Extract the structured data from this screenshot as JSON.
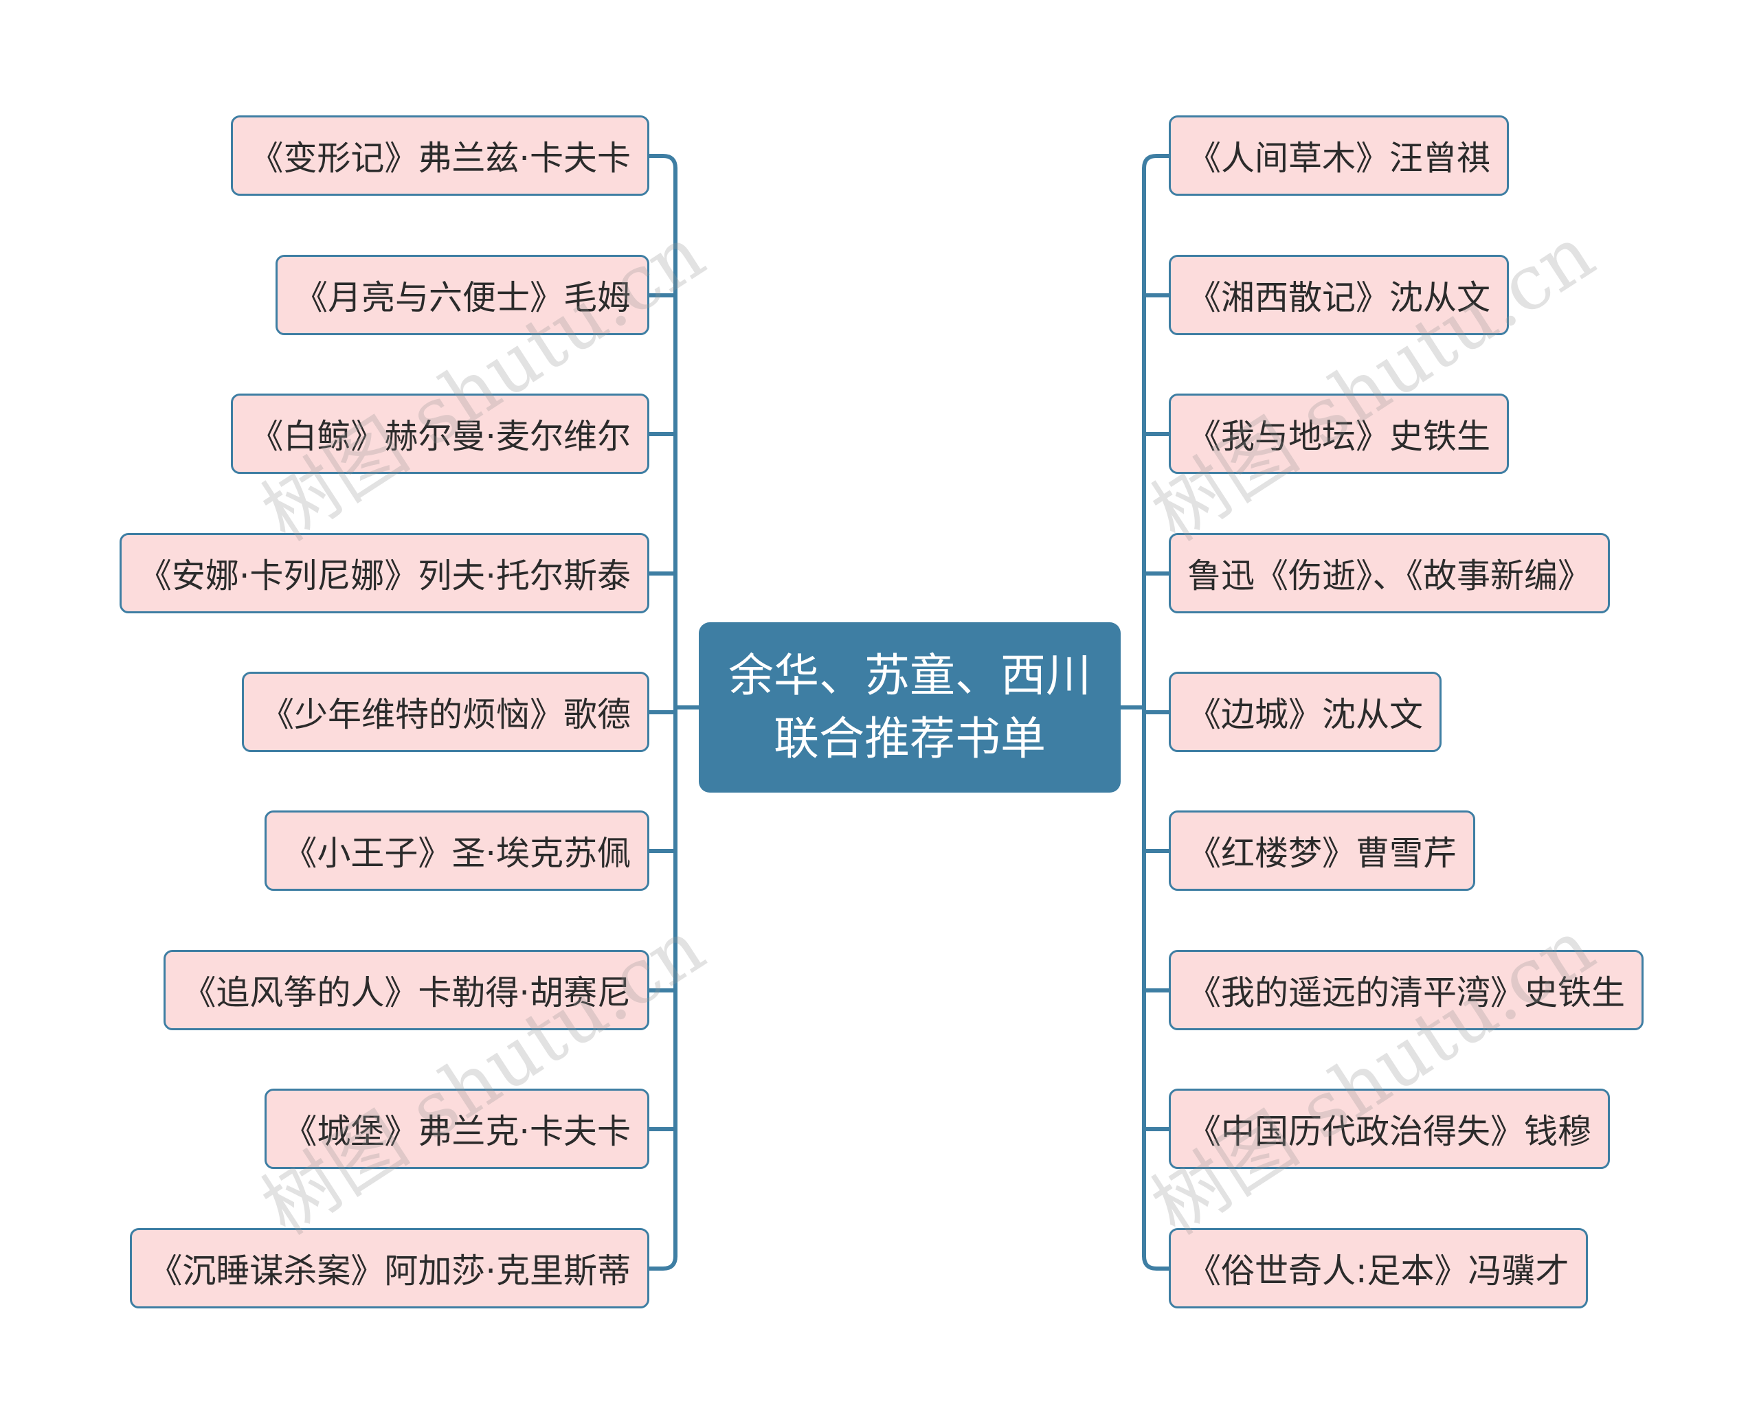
{
  "center": {
    "line1": "余华、苏童、西川",
    "line2": "联合推荐书单"
  },
  "left_items": [
    "《变形记》弗兰兹·卡夫卡",
    "《月亮与六便士》毛姆",
    "《白鲸》赫尔曼·麦尔维尔",
    "《安娜·卡列尼娜》列夫·托尔斯泰",
    "《少年维特的烦恼》歌德",
    "《小王子》圣·埃克苏佩",
    "《追风筝的人》卡勒得·胡赛尼",
    "《城堡》弗兰克·卡夫卡",
    "《沉睡谋杀案》阿加莎·克里斯蒂"
  ],
  "right_items": [
    "《人间草木》汪曾祺",
    "《湘西散记》沈从文",
    "《我与地坛》史铁生",
    "鲁迅《伤逝》、《故事新编》",
    "《边城》沈从文",
    "《红楼梦》曹雪芹",
    "《我的遥远的清平湾》史铁生",
    "《中国历代政治得失》钱穆",
    "《俗世奇人:足本》冯骥才"
  ],
  "watermarks": [
    "树图 shutu.cn",
    "树图 shutu.cn",
    "树图 shutu.cn",
    "树图 shutu.cn"
  ],
  "colors": {
    "accent": "#3e7ea3",
    "node_fill": "#fcdcdc",
    "text": "#2b2b2b"
  }
}
